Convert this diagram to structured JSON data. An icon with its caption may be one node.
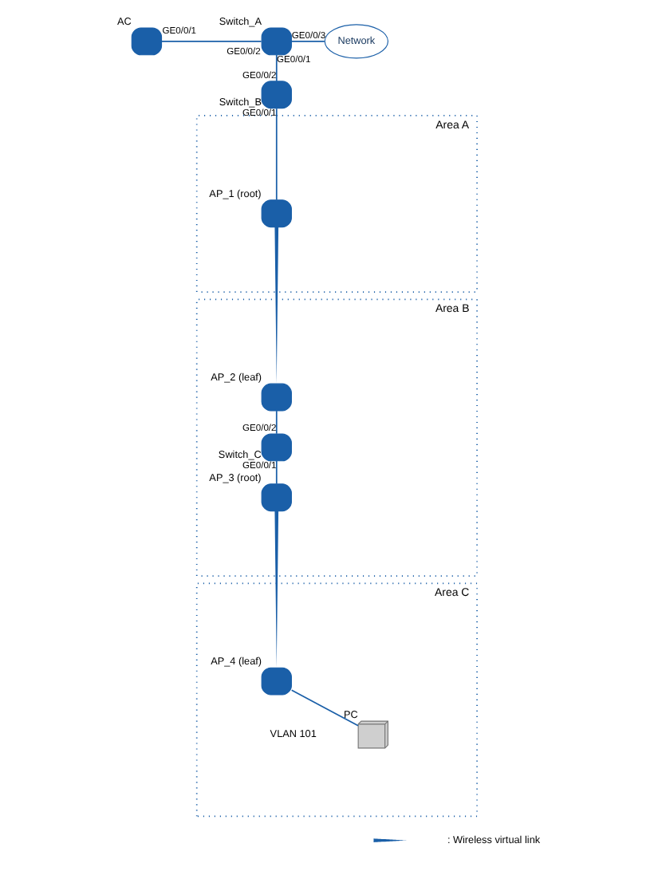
{
  "diagram": {
    "nodes": [
      {
        "text": [],
        "shape": "box",
        "beside": [
          "AC"
        ]
      },
      {
        "text": [],
        "shape": "box",
        "beside": [
          "Switch_A"
        ]
      },
      {
        "text": [
          "Network"
        ]
      },
      {
        "text": [],
        "shape": "box",
        "beside": [
          "Switch_B"
        ]
      },
      {
        "text": [
          "Area A"
        ]
      },
      {
        "text": [],
        "shape": "box",
        "in": 4,
        "beside": [
          "AP_1 (root)"
        ]
      },
      {
        "text": [
          "Area B"
        ]
      },
      {
        "text": [],
        "shape": "box",
        "in": 6,
        "beside": [
          "AP_2 (leaf)"
        ]
      },
      {
        "text": [],
        "shape": "box",
        "in": 6,
        "beside": [
          "Switch_C"
        ]
      },
      {
        "text": [],
        "shape": "box",
        "in": 6,
        "beside": [
          "AP_3 (root)"
        ]
      },
      {
        "text": [
          "Area C"
        ]
      },
      {
        "text": [],
        "shape": "box",
        "in": 10,
        "beside": [
          "AP_4 (leaf)"
        ]
      },
      {
        "text": [],
        "shape": "computer",
        "in": 10,
        "beside": [
          "PC"
        ]
      }
    ],
    "edges": [
      {
        "from": 0,
        "to": 1,
        "arrow": "none"
      },
      {
        "from": 1,
        "to": 2,
        "arrow": "none"
      },
      {
        "from": 1,
        "to": 3,
        "arrow": "none"
      },
      {
        "from": 3,
        "to": 5,
        "arrow": "none"
      },
      {
        "from": 5,
        "to": 7,
        "arrow": "none",
        "style": "thick"
      },
      {
        "from": 7,
        "to": 8,
        "arrow": "none"
      },
      {
        "from": 8,
        "to": 9,
        "arrow": "none"
      },
      {
        "from": 9,
        "to": 11,
        "arrow": "none",
        "style": "thick"
      },
      {
        "from": 11,
        "to": 12,
        "arrow": "none"
      }
    ],
    "labels": [
      "GE0/0/2",
      "GE0/0/3",
      "GE0/0/1",
      "GE0/0/1",
      "GE0/0/2",
      "GE0/0/1",
      "GE0/0/2",
      "GE0/0/1",
      "VLAN 101"
    ],
    "legend": [
      {
        "text": ": Wireless virtual link"
      }
    ]
  }
}
